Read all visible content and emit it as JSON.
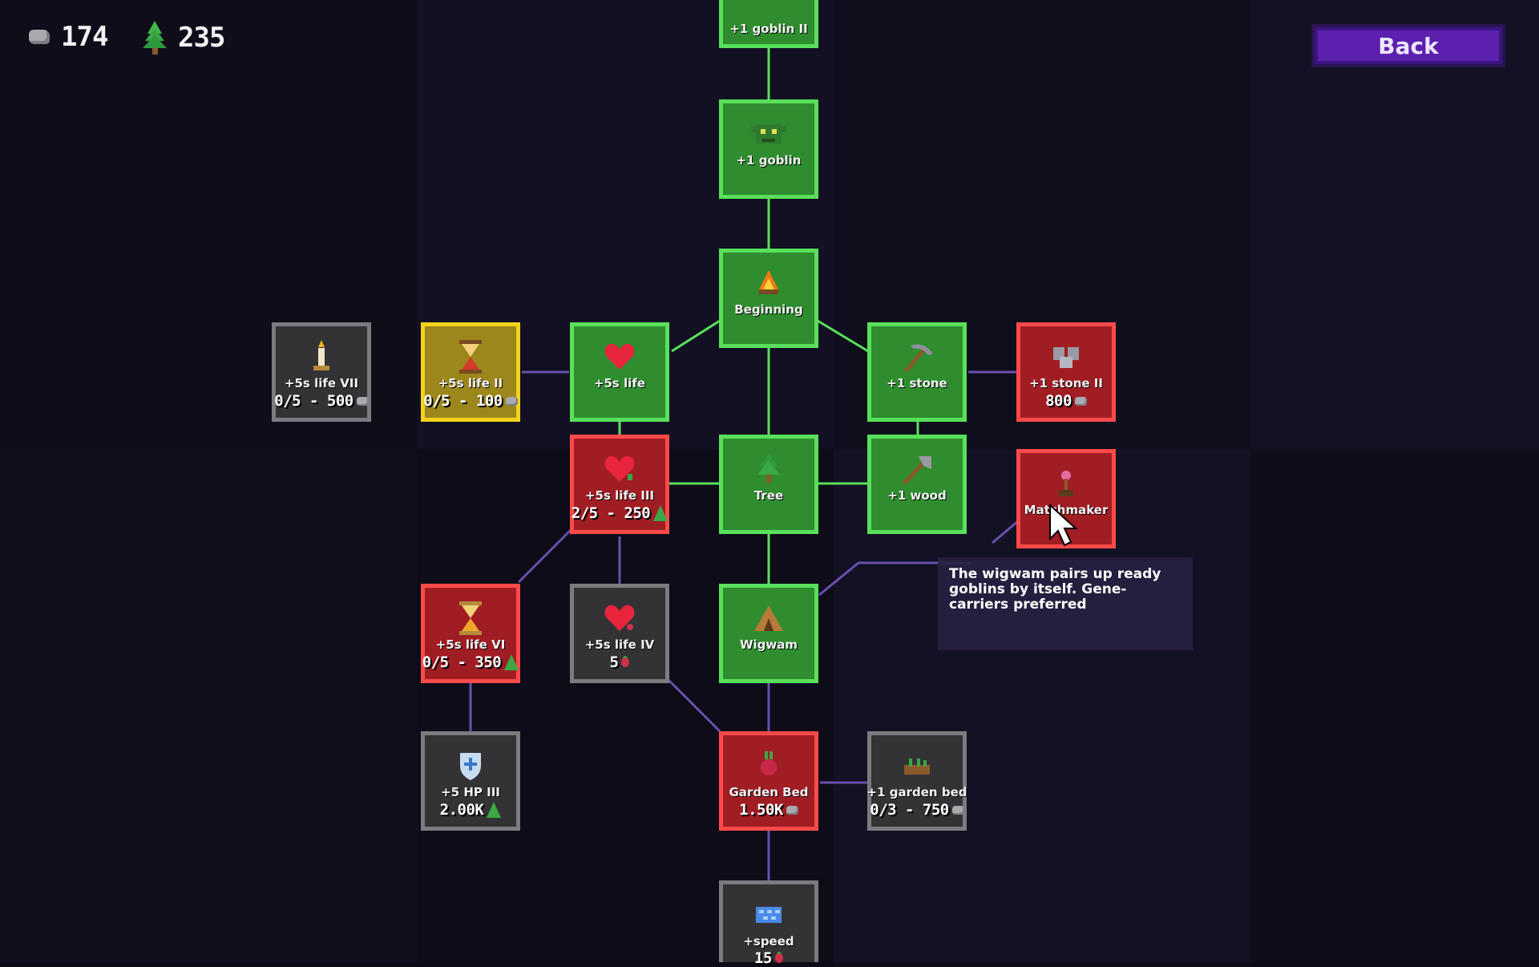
{
  "resources": {
    "stone": "174",
    "wood": "235"
  },
  "back_label": "Back",
  "tooltip": "The wigwam pairs up ready goblins by itself. Gene-carriers preferred",
  "nodes": {
    "goblin2": {
      "label": "+1 goblin II",
      "cost": "",
      "state": "owned",
      "icon": "goblin-head-icon"
    },
    "goblin": {
      "label": "+1 goblin",
      "cost": "",
      "state": "owned",
      "icon": "goblin-head-icon"
    },
    "beginning": {
      "label": "Beginning",
      "cost": "",
      "state": "owned",
      "icon": "campfire-icon"
    },
    "life7": {
      "label": "+5s life VII",
      "cost": "0/5 - 500",
      "state": "locked",
      "icon": "candle-icon",
      "currency": "stone"
    },
    "life2": {
      "label": "+5s life II",
      "cost": "0/5 - 100",
      "state": "in-progress",
      "icon": "hourglass-icon",
      "currency": "stone"
    },
    "life": {
      "label": "+5s life",
      "cost": "",
      "state": "owned",
      "icon": "heart-icon"
    },
    "stone": {
      "label": "+1 stone",
      "cost": "",
      "state": "owned",
      "icon": "pickaxe-icon"
    },
    "stone2": {
      "label": "+1 stone II",
      "cost": "800",
      "state": "available",
      "icon": "stone-pile-icon",
      "currency": "stone"
    },
    "life3": {
      "label": "+5s life III",
      "cost": "2/5 - 250",
      "state": "available",
      "icon": "heart-icon",
      "currency": "wood"
    },
    "tree": {
      "label": "Tree",
      "cost": "",
      "state": "owned",
      "icon": "tree-icon"
    },
    "wood": {
      "label": "+1 wood",
      "cost": "",
      "state": "owned",
      "icon": "axe-icon"
    },
    "matchmaker": {
      "label": "Matchmaker",
      "cost": "",
      "state": "available",
      "icon": "matchmaker-icon"
    },
    "life6": {
      "label": "+5s life VI",
      "cost": "0/5 - 350",
      "state": "available",
      "icon": "hourglass-icon",
      "currency": "wood"
    },
    "life4": {
      "label": "+5s life IV",
      "cost": "5",
      "state": "locked",
      "icon": "heart-icon",
      "currency": "radish"
    },
    "wigwam": {
      "label": "Wigwam",
      "cost": "",
      "state": "owned",
      "icon": "wigwam-icon"
    },
    "hp3": {
      "label": "+5 HP III",
      "cost": "2.00K",
      "state": "locked",
      "icon": "shield-icon",
      "currency": "wood"
    },
    "garden": {
      "label": "Garden Bed",
      "cost": "1.50K",
      "state": "available",
      "icon": "radish-icon",
      "currency": "stone"
    },
    "gardenbed": {
      "label": "+1 garden bed",
      "cost": "0/3 - 750",
      "state": "locked",
      "icon": "garden-bed-icon",
      "currency": "stone"
    },
    "speed": {
      "label": "+speed",
      "cost": "15",
      "state": "locked",
      "icon": "speed-icon",
      "currency": "radish"
    }
  },
  "colors": {
    "owned": "#59e05b",
    "available": "#ff4a4a",
    "in-progress": "#f2d21c",
    "locked": "#7b7b80",
    "link": "#6b4fb0",
    "back_button": "#5c1fae"
  }
}
